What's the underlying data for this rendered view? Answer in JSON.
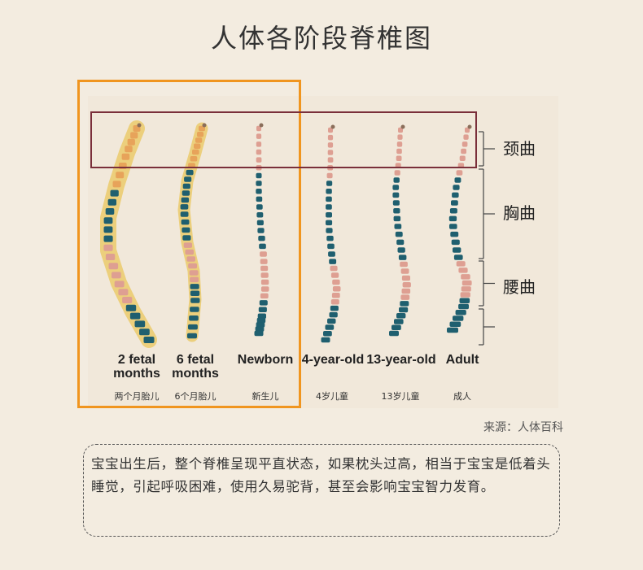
{
  "title": "人体各阶段脊椎图",
  "stages": [
    {
      "en": "2 fetal months",
      "cn": "两个月胎儿"
    },
    {
      "en": "6 fetal months",
      "cn": "6个月胎儿"
    },
    {
      "en": "Newborn",
      "cn": "新生儿"
    },
    {
      "en": "4-year-old",
      "cn": "4岁儿童"
    },
    {
      "en": "13-year-old",
      "cn": "13岁儿童"
    },
    {
      "en": "Adult",
      "cn": "成人"
    }
  ],
  "curves": {
    "cervical": "颈曲",
    "thoracic": "胸曲",
    "lumbar": "腰曲"
  },
  "source": "来源：人体百科",
  "note": "宝宝出生后，整个脊椎呈现平直状态，如果枕头过高，相当于宝宝是低着头睡觉，引起呼吸困难，使用久易驼背，甚至会影响宝宝智力发育。",
  "colors": {
    "highlight_box": "#f0951f",
    "cervical_box": "#7a2f3a",
    "vertebra_orange": "#e7a35a",
    "vertebra_pink": "#de9f92",
    "vertebra_teal": "#1f5f6f",
    "halo_yellow": "#e9c75c"
  }
}
